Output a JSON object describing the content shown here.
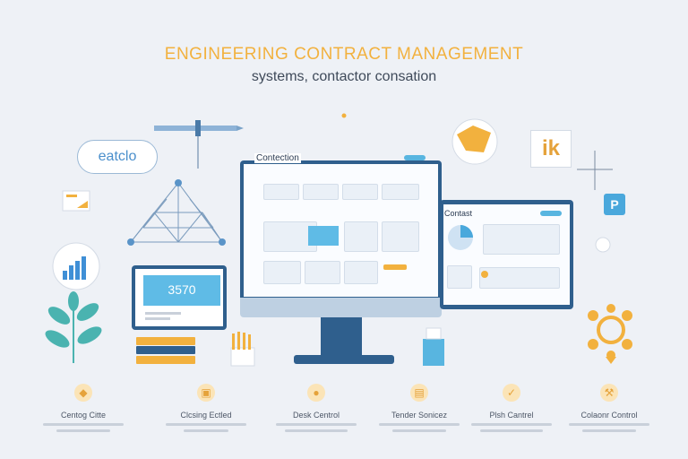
{
  "header": {
    "title": "ENGINEERING CONTRACT MANAGEMENT",
    "subtitle": "systems, contactor consation"
  },
  "cloud": {
    "label": "eatclo"
  },
  "main_monitor": {
    "app_title": "Contection"
  },
  "tablet": {
    "app_title": "Contast"
  },
  "small_monitor": {
    "value": "3570"
  },
  "logo_badge": {
    "text": "ik"
  },
  "p_badge": {
    "text": "P"
  },
  "features": [
    {
      "label": "Centog Citte",
      "icon": "tool-icon"
    },
    {
      "label": "Clcsing Ectled",
      "icon": "clipboard-icon"
    },
    {
      "label": "Desk Centrol",
      "icon": "shield-icon"
    },
    {
      "label": "Tender Sonicez",
      "icon": "document-icon"
    },
    {
      "label": "Plsh Cantrel",
      "icon": "chart-icon"
    },
    {
      "label": "Colaonr Control",
      "icon": "gavel-icon"
    }
  ],
  "colors": {
    "accent": "#f2b13e",
    "primary": "#2f5f8d",
    "highlight": "#5fbbe6",
    "background": "#eef1f6",
    "leaf": "#4ab3b0"
  }
}
